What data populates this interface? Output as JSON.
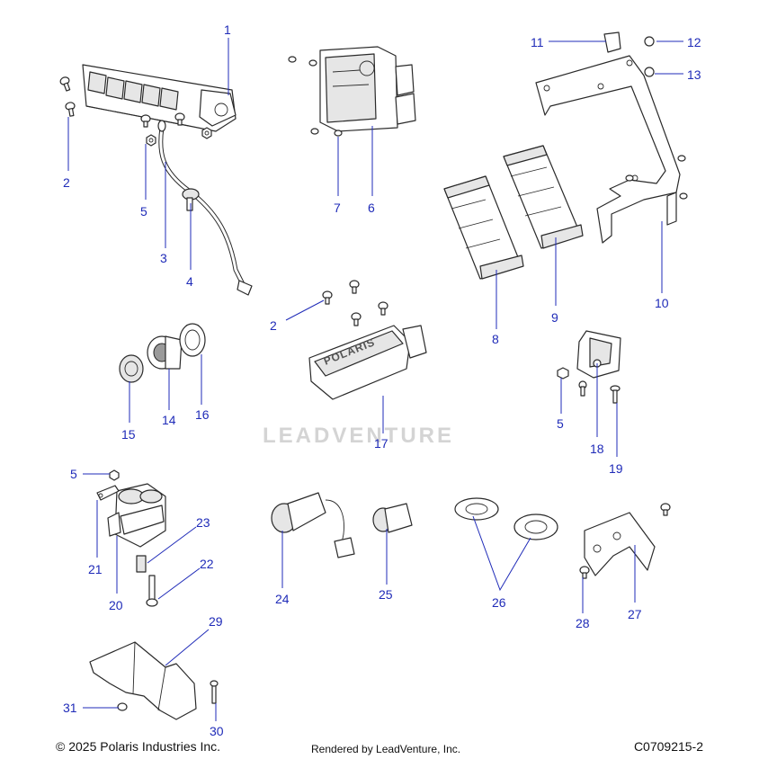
{
  "callouts": {
    "c1": "1",
    "c2a": "2",
    "c2b": "2",
    "c3": "3",
    "c4": "4",
    "c5a": "5",
    "c5b": "5",
    "c5c": "5",
    "c6": "6",
    "c7": "7",
    "c8": "8",
    "c9": "9",
    "c10": "10",
    "c11": "11",
    "c12": "12",
    "c13": "13",
    "c14": "14",
    "c15": "15",
    "c16": "16",
    "c17": "17",
    "c18": "18",
    "c19": "19",
    "c20": "20",
    "c21": "21",
    "c22": "22",
    "c23": "23",
    "c24": "24",
    "c25": "25",
    "c26": "26",
    "c27": "27",
    "c28": "28",
    "c29": "29",
    "c30": "30",
    "c31": "31"
  },
  "cover_logo": "POLARIS",
  "watermark": "LEADVENTURE",
  "footer": {
    "copyright": "© 2025 Polaris Industries Inc.",
    "rendered_by": "Rendered by LeadVenture, Inc.",
    "drawing_id": "C0709215-2"
  }
}
